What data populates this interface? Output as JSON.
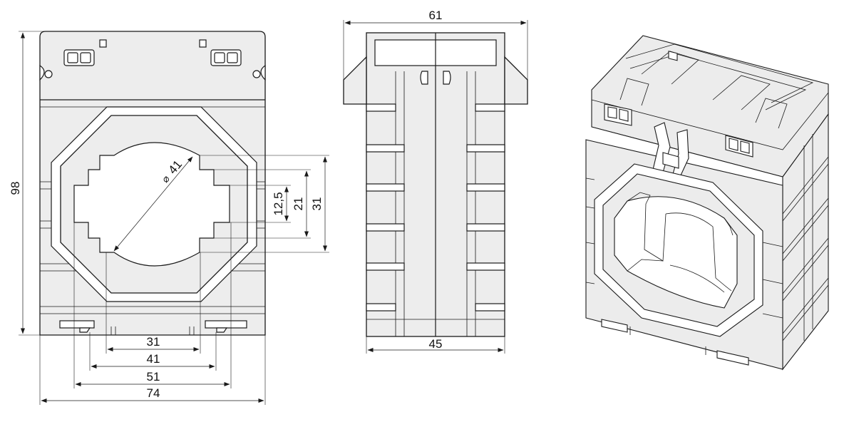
{
  "drawing": {
    "front_view": {
      "dimensions": {
        "height": "98",
        "diameter": "41",
        "window_12_5": "12,5",
        "window_21": "21",
        "window_31": "31",
        "bottom_31": "31",
        "bottom_41": "41",
        "bottom_51": "51",
        "width_74": "74"
      },
      "diameter_symbol": "⌀"
    },
    "side_view": {
      "dimensions": {
        "top_width": "61",
        "bottom_width": "45"
      }
    }
  }
}
